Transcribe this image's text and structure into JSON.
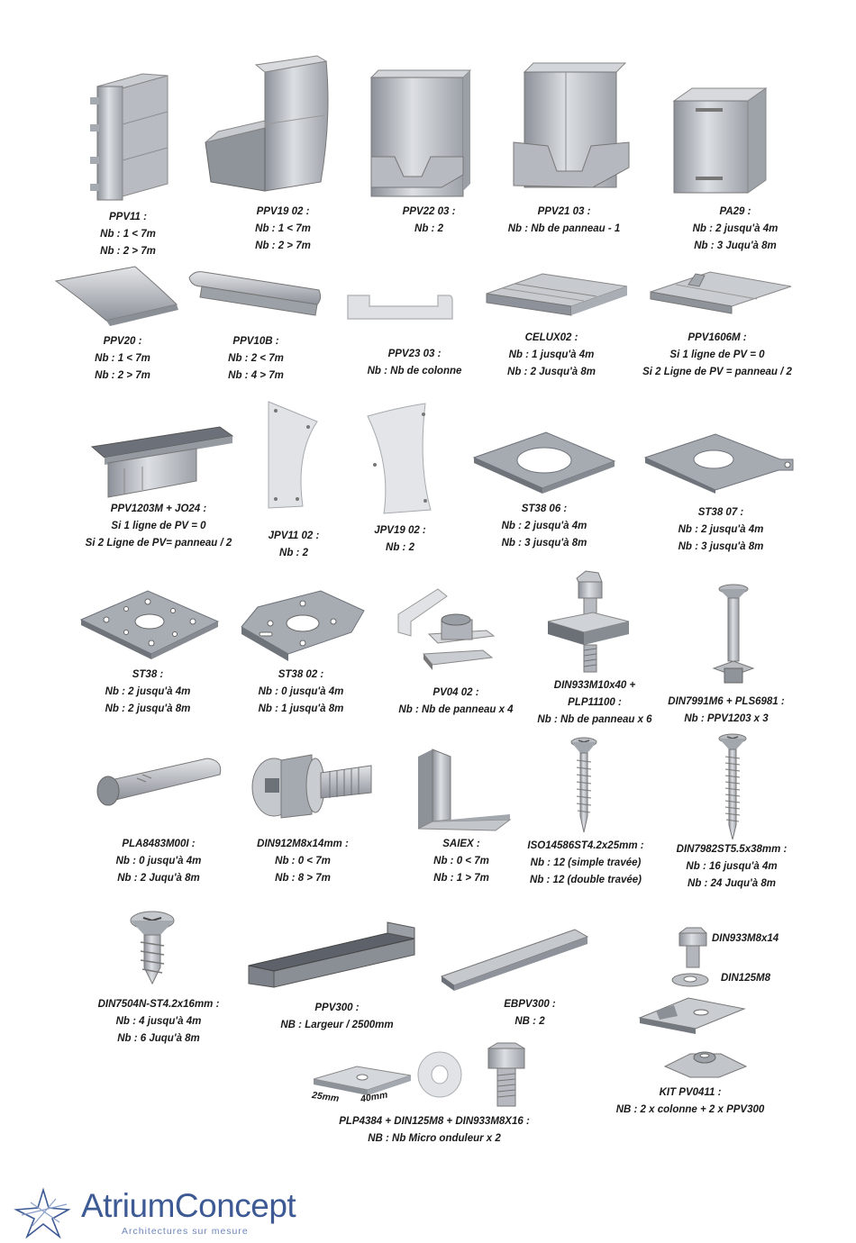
{
  "parts": [
    {
      "id": "ppv11",
      "lines": [
        "PPV11 :",
        "Nb : 1 < 7m",
        "Nb : 2 > 7m"
      ]
    },
    {
      "id": "ppv1902",
      "lines": [
        "PPV19 02 :",
        "Nb : 1 < 7m",
        "Nb : 2 > 7m"
      ]
    },
    {
      "id": "ppv2203",
      "lines": [
        "PPV22 03 :",
        "Nb : 2"
      ]
    },
    {
      "id": "ppv2103",
      "lines": [
        "PPV21 03 :",
        "Nb : Nb de panneau - 1"
      ]
    },
    {
      "id": "pa29",
      "lines": [
        "PA29 :",
        "Nb : 2 jusqu'à 4m",
        "Nb : 3 Juqu'à 8m"
      ]
    },
    {
      "id": "ppv20",
      "lines": [
        "PPV20 :",
        "Nb : 1 < 7m",
        "Nb : 2 > 7m"
      ]
    },
    {
      "id": "ppv10b",
      "lines": [
        "PPV10B :",
        "Nb : 2 < 7m",
        "Nb : 4 > 7m"
      ]
    },
    {
      "id": "ppv2303",
      "lines": [
        "PPV23 03 :",
        "Nb : Nb de colonne"
      ]
    },
    {
      "id": "celux02",
      "lines": [
        "CELUX02 :",
        "Nb : 1 jusqu'à 4m",
        "Nb : 2 Jusqu'à 8m"
      ]
    },
    {
      "id": "ppv1606m",
      "lines": [
        "PPV1606M :",
        "Si 1 ligne de PV = 0",
        "Si 2 Ligne de PV = panneau / 2"
      ]
    },
    {
      "id": "ppv1203m",
      "lines": [
        "PPV1203M + JO24 :",
        "Si 1 ligne de PV = 0",
        "Si 2 Ligne de PV= panneau / 2"
      ]
    },
    {
      "id": "jpv1102",
      "lines": [
        "JPV11 02 :",
        "Nb : 2"
      ]
    },
    {
      "id": "jpv1902",
      "lines": [
        "JPV19 02 :",
        "Nb : 2"
      ]
    },
    {
      "id": "st3806",
      "lines": [
        "ST38 06 :",
        "Nb : 2 jusqu'à 4m",
        "Nb : 3 jusqu'à 8m"
      ]
    },
    {
      "id": "st3807",
      "lines": [
        "ST38 07 :",
        "Nb : 2 jusqu'à 4m",
        "Nb : 3 jusqu'à 8m"
      ]
    },
    {
      "id": "st38",
      "lines": [
        "ST38 :",
        "Nb : 2 jusqu'à 4m",
        "Nb : 2 jusqu'à 8m"
      ]
    },
    {
      "id": "st3802",
      "lines": [
        "ST38 02 :",
        "Nb : 0 jusqu'à 4m",
        "Nb : 1 jusqu'à 8m"
      ]
    },
    {
      "id": "pv0402",
      "lines": [
        "PV04 02 :",
        "Nb : Nb de panneau x 4"
      ]
    },
    {
      "id": "din933m10",
      "lines": [
        "DIN933M10x40 +",
        "PLP11100 :",
        "Nb : Nb de panneau x 6"
      ]
    },
    {
      "id": "din7991",
      "lines": [
        "DIN7991M6 + PLS6981 :",
        "Nb : PPV1203 x 3"
      ]
    },
    {
      "id": "pla8483",
      "lines": [
        "PLA8483M00I :",
        "Nb : 0 jusqu'à 4m",
        "Nb : 2 Juqu'à 8m"
      ]
    },
    {
      "id": "din912",
      "lines": [
        "DIN912M8x14mm :",
        "Nb : 0 < 7m",
        "Nb : 8 > 7m"
      ]
    },
    {
      "id": "saiex",
      "lines": [
        "SAIEX :",
        "Nb : 0 < 7m",
        "Nb : 1 > 7m"
      ]
    },
    {
      "id": "iso14586",
      "lines": [
        "ISO14586ST4.2x25mm :",
        "Nb : 12 (simple travée)",
        "Nb : 12 (double travée)"
      ]
    },
    {
      "id": "din7982",
      "lines": [
        "DIN7982ST5.5x38mm :",
        "Nb : 16 jusqu'à 4m",
        "Nb : 24 Juqu'à 8m"
      ]
    },
    {
      "id": "din7504",
      "lines": [
        "DIN7504N-ST4.2x16mm :",
        "Nb : 4 jusqu'à 4m",
        "Nb : 6 Juqu'à 8m"
      ]
    },
    {
      "id": "ppv300",
      "lines": [
        "PPV300 :",
        "NB : Largeur / 2500mm"
      ]
    },
    {
      "id": "ebpv300",
      "lines": [
        "EBPV300 :",
        "NB : 2"
      ]
    },
    {
      "id": "kitpv0411",
      "lines": [
        "KIT PV0411 :",
        "NB : 2 x colonne + 2 x PPV300"
      ]
    },
    {
      "id": "plp4384",
      "lines": [
        "PLP4384 + DIN125M8 + DIN933M8X16 :",
        "NB : Nb Micro onduleur x 2"
      ]
    }
  ],
  "labels": {
    "din933m8x14": "DIN933M8x14",
    "din125m8": "DIN125M8",
    "dim_25": "25mm",
    "dim_40": "40mm"
  },
  "logo": {
    "brand": "AtriumConcept",
    "tagline": "Architectures sur mesure",
    "brand_color": "#3d5a94",
    "icon": "star-logo-icon"
  },
  "colors": {
    "metal_light": "#d4d7dc",
    "metal_mid": "#a9adb4",
    "metal_dark": "#767b83"
  }
}
